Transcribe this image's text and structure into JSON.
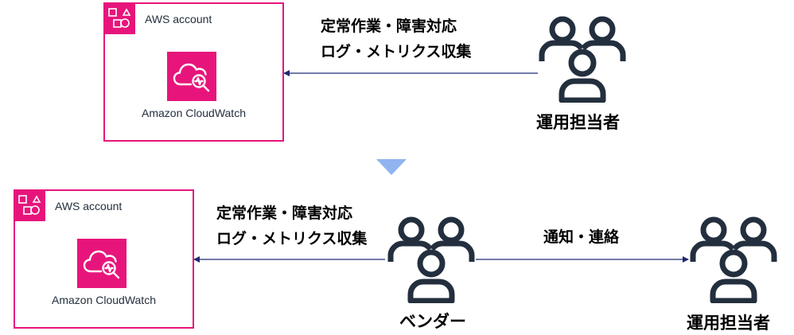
{
  "colors": {
    "aws_account_border": "#e7157b",
    "service_icon_bg": "#e7157b",
    "arrow": "#1f2a73",
    "transition_marker": "#8fb4f0"
  },
  "before": {
    "account": {
      "title": "AWS account",
      "icon": "aws-account-group-icon",
      "service": {
        "label": "Amazon CloudWatch",
        "icon": "cloudwatch-icon"
      }
    },
    "connection": {
      "label_line1": "定常作業・障害対応",
      "label_line2": "ログ・メトリクス収集"
    },
    "actor": {
      "label": "運用担当者",
      "icon": "users-icon"
    }
  },
  "after": {
    "account": {
      "title": "AWS account",
      "icon": "aws-account-group-icon",
      "service": {
        "label": "Amazon CloudWatch",
        "icon": "cloudwatch-icon"
      }
    },
    "connection_vendor": {
      "label_line1": "定常作業・障害対応",
      "label_line2": "ログ・メトリクス収集"
    },
    "vendor": {
      "label": "ベンダー",
      "icon": "users-icon"
    },
    "connection_notify": {
      "label": "通知・連絡"
    },
    "actor": {
      "label": "運用担当者",
      "icon": "users-icon"
    }
  }
}
